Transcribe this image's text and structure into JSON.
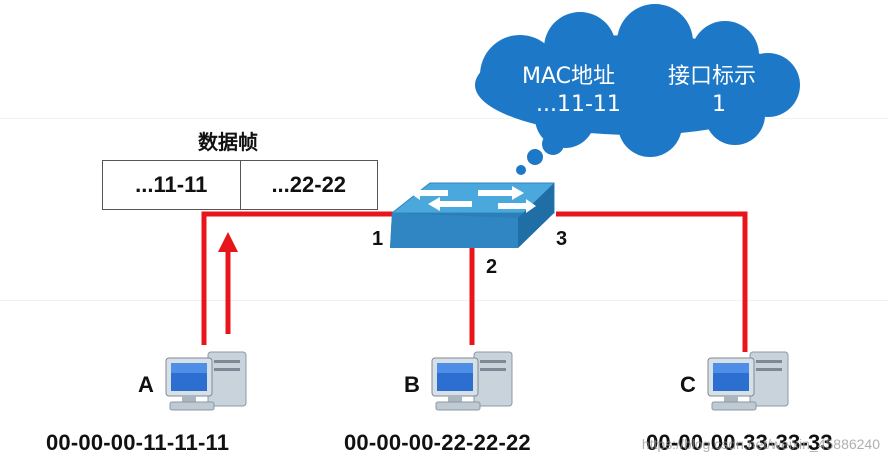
{
  "frame": {
    "title": "数据帧",
    "cells": [
      "...11-11",
      "...22-22"
    ]
  },
  "switch": {
    "ports": [
      "1",
      "2",
      "3"
    ]
  },
  "cloud": {
    "header_mac": "MAC地址",
    "header_port": "接口标示",
    "row_mac": "...11-11",
    "row_port": "1"
  },
  "hosts": [
    {
      "name": "A",
      "mac": "00-00-00-11-11-11"
    },
    {
      "name": "B",
      "mac": "00-00-00-22-22-22"
    },
    {
      "name": "C",
      "mac": "00-00-00-33-33-33"
    }
  ],
  "watermark": "https://blog.csdn.net/weixin_45886240",
  "colors": {
    "link": "#e8151b",
    "switch_top": "#4aa8dd",
    "switch_side": "#1f6ea6",
    "cloud": "#1d78c8"
  }
}
